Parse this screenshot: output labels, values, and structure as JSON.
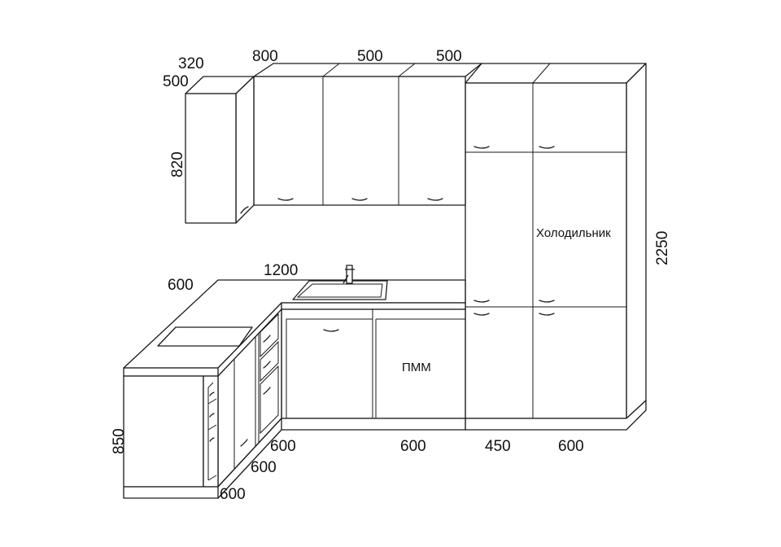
{
  "labels": {
    "refrigerator": "Холодильник",
    "dishwasher": "ПММ"
  },
  "dimensions": {
    "upper_corner_depth": "320",
    "upper_corner_width": "500",
    "upper_height": "820",
    "upper_cab_1": "800",
    "upper_cab_2": "500",
    "upper_cab_3": "500",
    "total_height": "2250",
    "counter_side_depth": "600",
    "counter_length": "1200",
    "base_height": "850",
    "base_left_1": "600",
    "base_left_2": "600",
    "base_left_3": "600",
    "base_front_1": "600",
    "base_front_2": "450",
    "base_front_3": "600"
  }
}
